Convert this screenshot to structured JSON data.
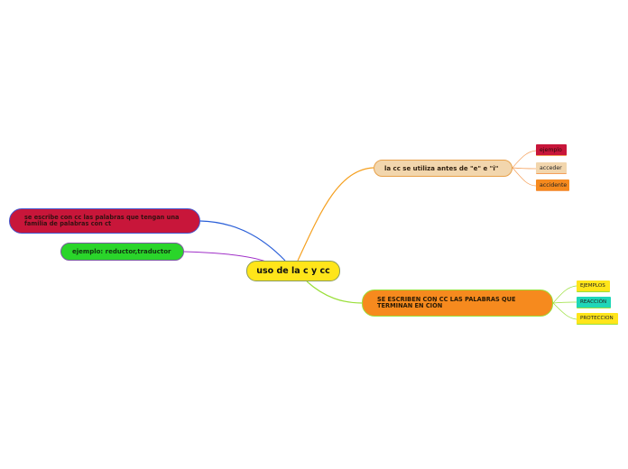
{
  "central": {
    "label": "uso de la c y cc"
  },
  "branches": {
    "left_family": {
      "label": "se escribe con cc las palabras que tengan una familia de palabras con ct"
    },
    "left_example": {
      "label": "ejemplo: reductor,traductor"
    },
    "top": {
      "label": "la cc se utiliza antes de \"e\" e \"i\"",
      "children": [
        "ejemplo",
        "acceder",
        "accidente"
      ]
    },
    "bottom": {
      "label": "SE ESCRIBEN CON CC LAS PALABRAS QUE TERMINAN EN CIÓN",
      "children": [
        "EJEMPLOS",
        "REACCIÓN",
        "PROTECCION"
      ]
    }
  },
  "colors": {
    "central": "#ffe51a",
    "left_family": "#c8163a",
    "left_example": "#2ad52a",
    "top": "#f2d6ad",
    "bottom": "#f68a1e",
    "link_left_family": "#2a5fd8",
    "link_left_example": "#a030c8",
    "link_top": "#f5a020",
    "link_bottom": "#9adf3a"
  }
}
